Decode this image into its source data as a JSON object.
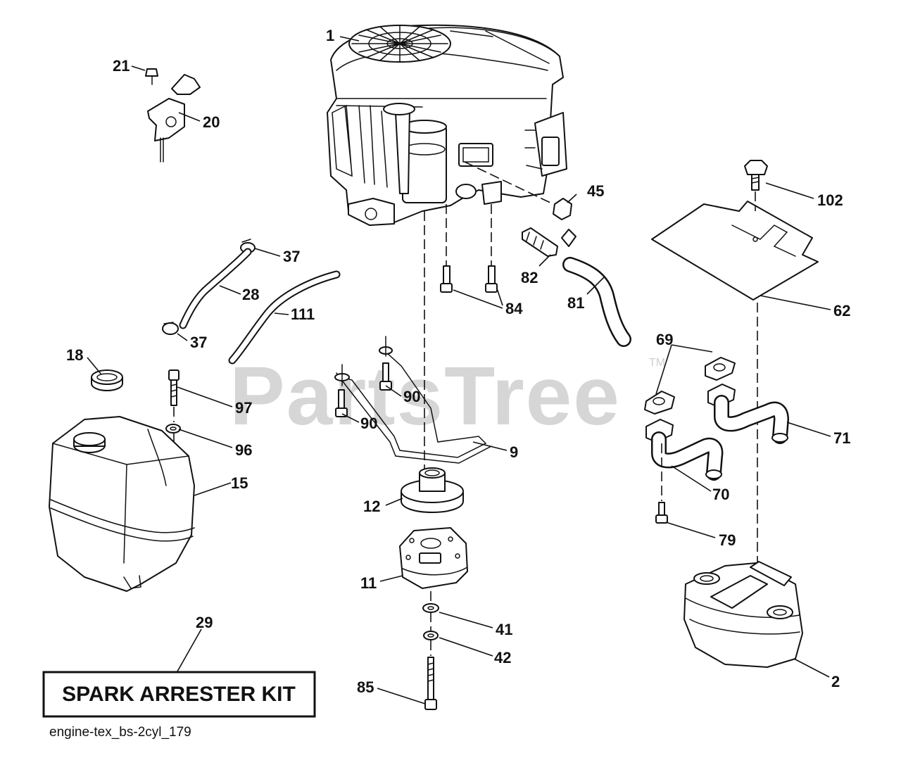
{
  "watermark": "PartsTree",
  "watermark_mark": "TM",
  "spark_arrester_label": "SPARK ARRESTER KIT",
  "drawing_id": "engine-tex_bs-2cyl_179",
  "callouts": {
    "c1": "1",
    "c2": "2",
    "c9": "9",
    "c11": "11",
    "c12": "12",
    "c15": "15",
    "c18": "18",
    "c20": "20",
    "c21": "21",
    "c28": "28",
    "c29": "29",
    "c37a": "37",
    "c37b": "37",
    "c41": "41",
    "c42": "42",
    "c45": "45",
    "c62": "62",
    "c69": "69",
    "c70": "70",
    "c71": "71",
    "c79": "79",
    "c81": "81",
    "c82": "82",
    "c84": "84",
    "c85": "85",
    "c90a": "90",
    "c90b": "90",
    "c96": "96",
    "c97": "97",
    "c102": "102",
    "c111": "111"
  }
}
